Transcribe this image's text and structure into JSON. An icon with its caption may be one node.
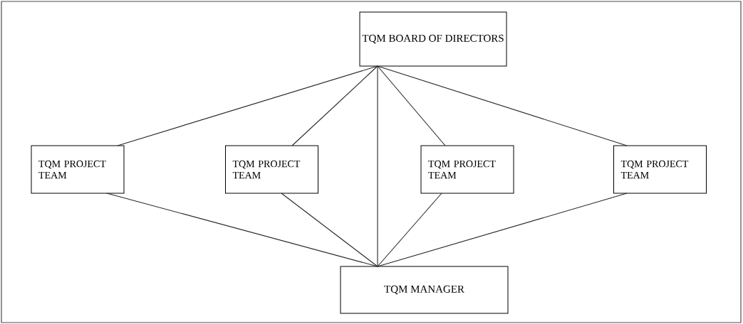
{
  "diagram": {
    "nodes": [
      {
        "text": [
          "TQM BOARD OF DIRECTORS"
        ]
      },
      {
        "text": [
          "TQM PROJECT TEAM"
        ]
      },
      {
        "text": [
          "TQM PROJECT TEAM"
        ]
      },
      {
        "text": [
          "TQM PROJECT TEAM"
        ]
      },
      {
        "text": [
          "TQM PROJECT TEAM"
        ]
      },
      {
        "text": [
          "TQM MANAGER"
        ]
      }
    ],
    "edges": [
      {
        "from": 0,
        "to": 1,
        "arrow": "none"
      },
      {
        "from": 0,
        "to": 2,
        "arrow": "none"
      },
      {
        "from": 0,
        "to": 3,
        "arrow": "none"
      },
      {
        "from": 0,
        "to": 4,
        "arrow": "none"
      },
      {
        "from": 0,
        "to": 5,
        "arrow": "none"
      },
      {
        "from": 1,
        "to": 5,
        "arrow": "none"
      },
      {
        "from": 2,
        "to": 5,
        "arrow": "none"
      },
      {
        "from": 3,
        "to": 5,
        "arrow": "none"
      },
      {
        "from": 4,
        "to": 5,
        "arrow": "none"
      }
    ]
  }
}
